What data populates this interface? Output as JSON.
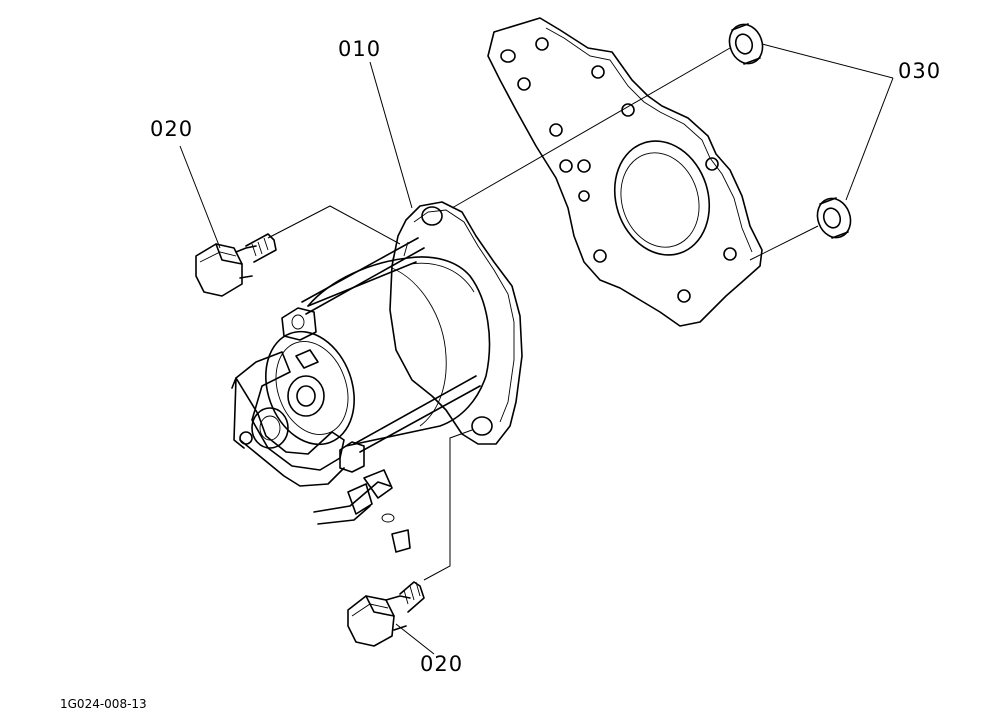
{
  "callouts": {
    "starter": "010",
    "bolt_upper": "020",
    "bolt_lower": "020",
    "nut": "030"
  },
  "figure_code": "1G024-008-13"
}
